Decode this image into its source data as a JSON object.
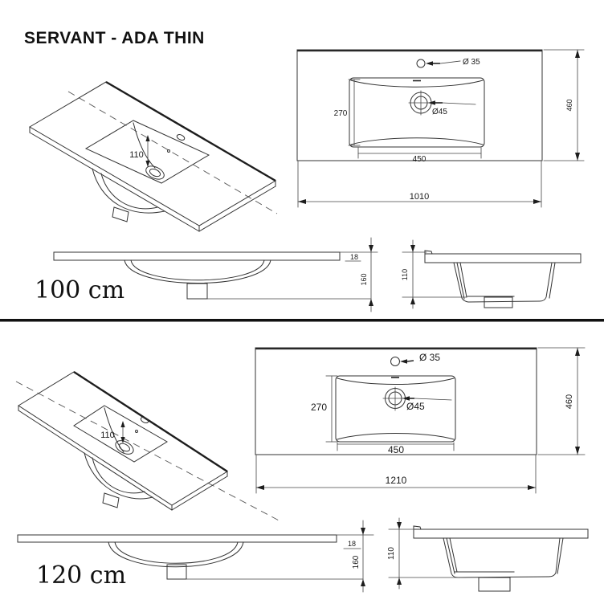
{
  "title": "SERVANT - ADA THIN",
  "colors": {
    "line": "#333333",
    "background": "#ffffff",
    "divider": "#111111"
  },
  "variants": [
    {
      "size_label": "100 cm",
      "iso": {
        "drain_offset": "110"
      },
      "plan": {
        "faucet_hole": "Ø 35",
        "drain_hole": "Ø45",
        "basin_depth": "270",
        "basin_width": "450",
        "overall_width": "1010",
        "overall_depth": "460"
      },
      "front": {
        "edge_thickness": "18",
        "height": "160"
      },
      "side": {
        "height": "110"
      }
    },
    {
      "size_label": "120 cm",
      "iso": {
        "drain_offset": "110"
      },
      "plan": {
        "faucet_hole": "Ø 35",
        "drain_hole": "Ø45",
        "basin_depth": "270",
        "basin_width": "450",
        "overall_width": "1210",
        "overall_depth": "460"
      },
      "front": {
        "edge_thickness": "18",
        "height": "160"
      },
      "side": {
        "height": "110"
      }
    }
  ]
}
